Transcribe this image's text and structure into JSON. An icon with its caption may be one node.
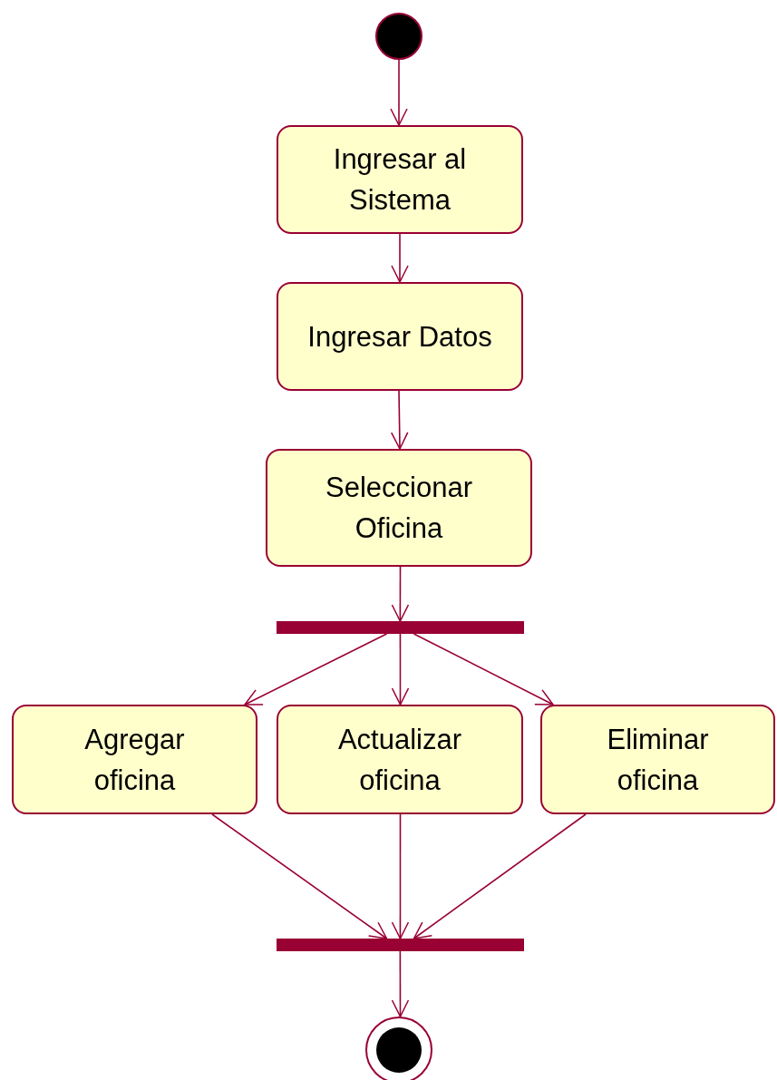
{
  "diagram": {
    "nodes": [
      {
        "text": [],
        "shape": "circle"
      },
      {
        "text": [
          "Ingresar al Sistema"
        ]
      },
      {
        "text": [
          "Ingresar Datos"
        ]
      },
      {
        "text": [
          "Seleccionar Oficina"
        ]
      },
      {
        "text": [],
        "shape": "bar"
      },
      {
        "text": [
          "Agregar oficina"
        ]
      },
      {
        "text": [
          "Actualizar oficina"
        ]
      },
      {
        "text": [
          "Eliminar oficina"
        ]
      },
      {
        "text": [],
        "shape": "bar"
      },
      {
        "text": [],
        "shape": "bullseye"
      }
    ],
    "edges": [
      {
        "from": 0,
        "to": 1,
        "arrow": "to"
      },
      {
        "from": 1,
        "to": 2,
        "arrow": "to"
      },
      {
        "from": 2,
        "to": 3,
        "arrow": "to"
      },
      {
        "from": 3,
        "to": 4,
        "arrow": "to"
      },
      {
        "from": 4,
        "to": 5,
        "arrow": "to"
      },
      {
        "from": 4,
        "to": 6,
        "arrow": "to"
      },
      {
        "from": 4,
        "to": 7,
        "arrow": "to"
      },
      {
        "from": 5,
        "to": 8,
        "arrow": "to"
      },
      {
        "from": 6,
        "to": 8,
        "arrow": "to"
      },
      {
        "from": 7,
        "to": 8,
        "arrow": "to"
      },
      {
        "from": 8,
        "to": 9,
        "arrow": "to"
      }
    ]
  }
}
